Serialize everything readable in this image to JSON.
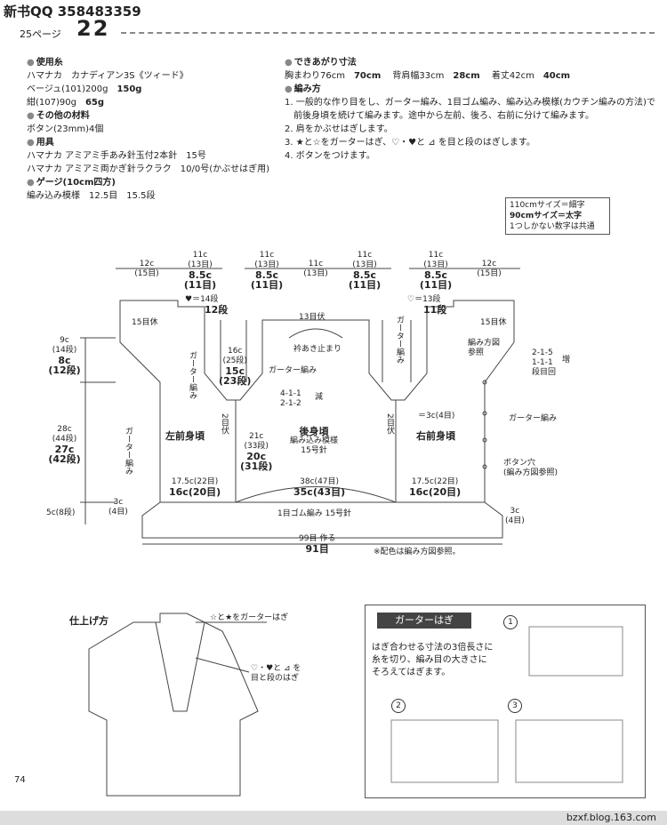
{
  "header": {
    "qq": "新书QQ 358483359",
    "page_label": "25ページ",
    "page_num": "22"
  },
  "left_col": {
    "yarn_h": "使用糸",
    "yarn1": "ハマナカ　カナディアン3S《ツィード》",
    "yarn2a": "ベージュ(101)200g",
    "yarn2b": "150g",
    "yarn3a": "紺(107)90g",
    "yarn3b": "65g",
    "mat_h": "その他の材料",
    "mat1": "ボタン(23mm)4個",
    "tool_h": "用具",
    "tool1": "ハマナカ アミアミ手あみ針玉付2本針　15号",
    "tool2": "ハマナカ アミアミ両かぎ針ラクラク　10/0号(かぶせはぎ用)",
    "gauge_h": "ゲージ(10cm四方)",
    "gauge1": "編み込み模様　12.5目　15.5段"
  },
  "right_col": {
    "size_h": "できあがり寸法",
    "size1a": "胸まわり76cm",
    "size1b": "70cm",
    "size1c": "背肩幅33cm",
    "size1d": "28cm",
    "size1e": "着丈42cm",
    "size1f": "40cm",
    "method_h": "編み方",
    "m1": "1. 一般的な作り目をし、ガーター編み、1目ゴム編み、編み込み模様(カウチン編みの方法)で",
    "m1b": "前後身頃を続けて編みます。途中から左前、後ろ、右前に分けて編みます。",
    "m2": "2. 肩をかぶせはぎします。",
    "m3": "3. ★と☆をガーターはぎ、♡・♥と ⊿ を目と段のはぎします。",
    "m4": "4. ボタンをつけます。"
  },
  "legend": {
    "l1": "110cmサイズ＝細字",
    "l2": "90cmサイズ＝太字",
    "l3": "1つしかない数字は共通"
  },
  "diagram": {
    "top_12c_l": "12c",
    "top_15_l": "(15目)",
    "top_11c_1": "11c",
    "top_13_1": "(13目)",
    "top_85_1": "8.5c",
    "top_11m_1": "(11目)",
    "top_11c_2": "11c",
    "top_13_2": "(13目)",
    "top_85_2": "8.5c",
    "top_11m_2": "(11目)",
    "top_mid_11c": "11c",
    "top_mid_13": "(13目)",
    "top_11c_3": "11c",
    "top_13_3": "(13目)",
    "top_85_3": "8.5c",
    "top_11m_3": "(11目)",
    "top_11c_4": "11c",
    "top_13_4": "(13目)",
    "top_85_4": "8.5c",
    "top_11m_4": "(11目)",
    "top_12c_r": "12c",
    "top_15_r": "(15目)",
    "heart_14": "♥＝14段",
    "heart_12": "12段",
    "star_15_l": "15目休",
    "star_15_r": "15目休",
    "heart2_13": "♡＝13段",
    "heart2_11": "11段",
    "tri_13": "13目伏",
    "collar_stop": "衿あき止まり",
    "left_9c": "9c",
    "left_14": "(14段)",
    "left_8c": "8c",
    "left_12": "(12段)",
    "left_28c": "28c",
    "left_44": "(44段)",
    "left_27c": "27c",
    "left_42": "(42段)",
    "left_garter": "ガーター編み",
    "left_3c": "3c",
    "left_4m": "(4目)",
    "left_5c": "5c(8段)",
    "sixteen": "16c",
    "sixteen_25": "(25段)",
    "fifteen": "15c",
    "fifteen_23": "(23段)",
    "garter_mid": "ガーター編み",
    "garter_v": "ガーター編み",
    "dec1": "4-1-1",
    "dec2": "2-1-2",
    "dec_label": "減",
    "two_l": "2目伏",
    "two_r": "2目伏",
    "k21": "21c",
    "k33": "(33段)",
    "k20": "20c",
    "k31": "(31段)",
    "lf_name": "左前身頃",
    "back_name": "後身頃",
    "back_pat": "編み込み模様",
    "back_needle": "15号針",
    "rf_name": "右前身頃",
    "eq3c": "＝3c(4目)",
    "garter_r": "ガーター編み",
    "pattern_ref": "編み方図",
    "pattern_ref2": "参照",
    "inc1": "2-1-5",
    "inc2": "1-1-1",
    "inc3": "段目回",
    "inc_label": "増",
    "btn1": "ボタン穴",
    "btn2": "(編み方図参照)",
    "b_175l": "17.5c(22目)",
    "b_16l": "16c(20目)",
    "b_38": "38c(47目)",
    "b_35": "35c(43目)",
    "b_175r": "17.5c(22目)",
    "b_16r": "16c(20目)",
    "rib": "1目ゴム編み 15号針",
    "right_3c": "3c",
    "right_4m": "(4目)",
    "total_99": "99目",
    "total_make": "作る",
    "total_91": "91目",
    "color_note": "※配色は編み方図参照。",
    "gv1": "ガーター編み"
  },
  "finish": {
    "title": "仕上げ方",
    "note1": "☆と★をガーターはぎ",
    "note2a": "♡・♥と ⊿ を",
    "note2b": "目と段のはぎ"
  },
  "garter_box": {
    "title": "ガーターはぎ",
    "t1": "はぎ合わせる寸法の3倍長さに",
    "t2": "糸を切り、編み目の大きさに",
    "t3": "そろえてはぎます。",
    "n1": "1",
    "n2": "2",
    "n3": "3"
  },
  "footer": {
    "page": "74",
    "url": "bzxf.blog.163.com"
  }
}
